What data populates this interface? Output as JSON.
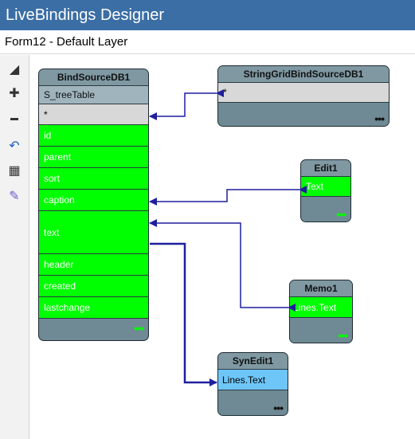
{
  "window": {
    "title": "LiveBindings Designer"
  },
  "layer": {
    "label": "Form12  - Default Layer"
  },
  "toolbar": {
    "tools": [
      {
        "name": "zoom-slider-icon",
        "glyph": "◢"
      },
      {
        "name": "zoom-in-icon",
        "glyph": "✚"
      },
      {
        "name": "zoom-out-icon",
        "glyph": "▬"
      },
      {
        "name": "undo-icon",
        "glyph": "↶"
      },
      {
        "name": "arrange-icon",
        "glyph": "▦"
      },
      {
        "name": "wizard-icon",
        "glyph": "✎"
      }
    ]
  },
  "nodes": {
    "bindsource": {
      "title": "BindSourceDB1",
      "subtitle": "S_treeTable",
      "fields": [
        "*",
        "id",
        "parent",
        "sort",
        "caption",
        "text",
        "header",
        "created",
        "lastchange"
      ],
      "more": "•••"
    },
    "stringgrid": {
      "title": "StringGridBindSourceDB1",
      "fields": [
        "*"
      ],
      "more": "•••"
    },
    "edit": {
      "title": "Edit1",
      "fields": [
        "Text"
      ],
      "more": "•••"
    },
    "memo": {
      "title": "Memo1",
      "fields": [
        "Lines.Text"
      ],
      "more": "•••"
    },
    "synedit": {
      "title": "SynEdit1",
      "fields": [
        "Lines.Text"
      ],
      "more": "•••"
    }
  },
  "colors": {
    "titlebar": "#3a6ea5",
    "field_bound": "#00ff00",
    "field_selected": "#6ec6f8",
    "link": "#1f1f9e"
  }
}
